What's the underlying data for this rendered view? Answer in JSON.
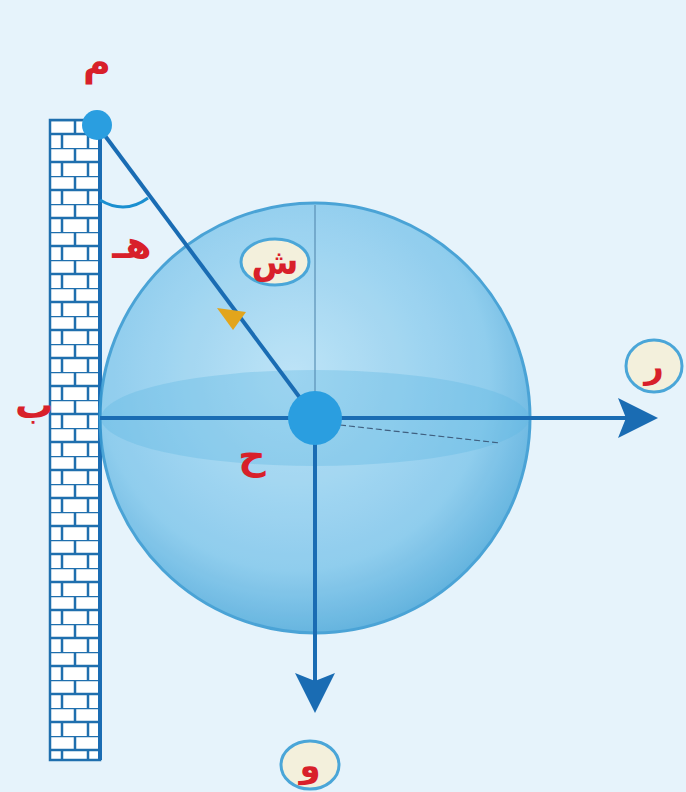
{
  "diagram": {
    "nodes": [
      {
        "text": [
          "ش"
        ]
      },
      {
        "text": [
          "ر"
        ]
      },
      {
        "text": [
          "و"
        ]
      }
    ],
    "labels": [
      "م",
      "هـ",
      "ب",
      "ح"
    ]
  }
}
